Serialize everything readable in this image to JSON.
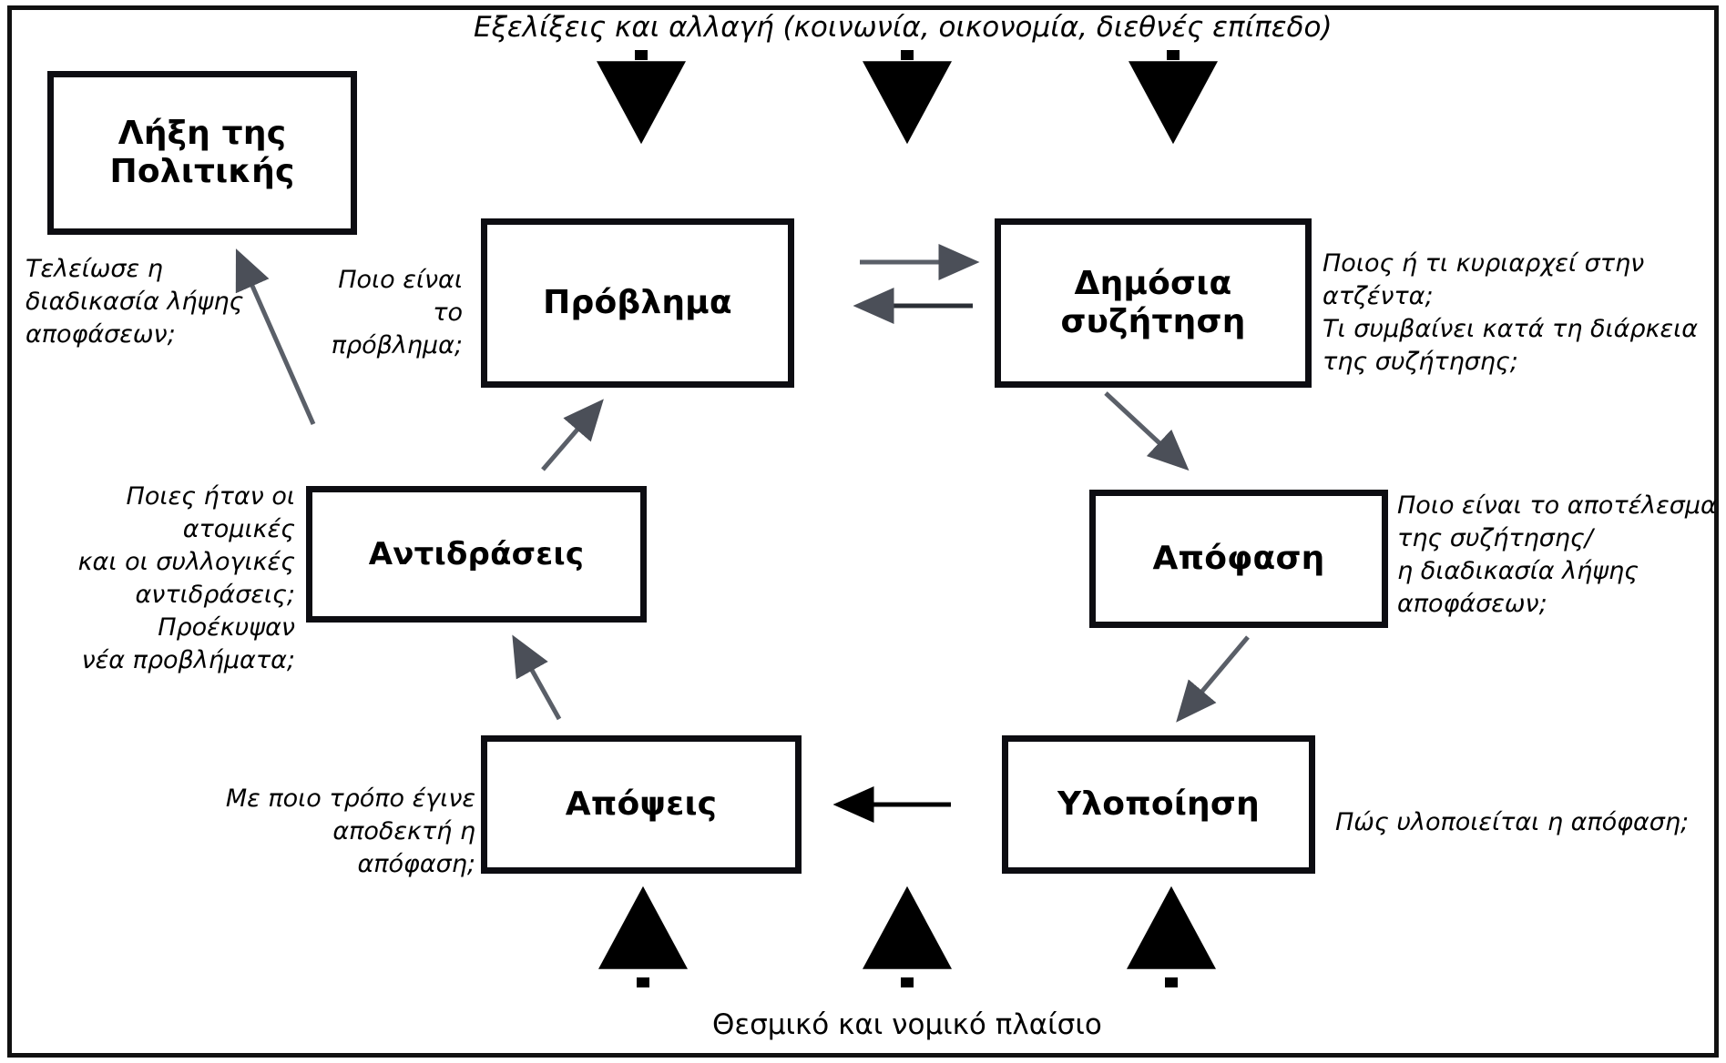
{
  "diagram": {
    "title_top": "Εξελίξεις και αλλαγή (κοινωνία, οικονομία, διεθνές επίπεδο)",
    "title_bottom": "Θεσμικό και νομικό πλαίσιο",
    "colors": {
      "box_border": "#0d0d12",
      "arrow_gray": "#4b4f58",
      "arrow_black": "#000000",
      "background": "#ffffff",
      "text": "#000000"
    },
    "nodes": [
      {
        "id": "end-of-policy",
        "label": "Λήξη της\nΠολιτικής"
      },
      {
        "id": "problem",
        "label": "Πρόβλημα"
      },
      {
        "id": "public-debate",
        "label": "Δημόσια\nσυζήτηση"
      },
      {
        "id": "decision",
        "label": "Απόφαση"
      },
      {
        "id": "implementation",
        "label": "Υλοποίηση"
      },
      {
        "id": "opinions",
        "label": "Απόψεις"
      },
      {
        "id": "reactions",
        "label": "Αντιδράσεις"
      }
    ],
    "notes": [
      {
        "id": "note-end-of-policy",
        "text": "Τελείωσε η\nδιαδικασία λήψης\nαποφάσεων;"
      },
      {
        "id": "note-problem",
        "text": "Ποιο είναι\nτο πρόβλημα;"
      },
      {
        "id": "note-public-debate",
        "text": "Ποιος ή τι κυριαρχεί στην ατζέντα;\nΤι συμβαίνει κατά τη διάρκεια\nτης συζήτησης;"
      },
      {
        "id": "note-decision",
        "text": "Ποιο είναι το αποτέλεσμα\nτης συζήτησης/\nη διαδικασία λήψης\nαποφάσεων;"
      },
      {
        "id": "note-implementation",
        "text": "Πώς υλοποιείται η απόφαση;"
      },
      {
        "id": "note-opinions",
        "text": "Με ποιο τρόπο έγινε\nαποδεκτή η απόφαση;"
      },
      {
        "id": "note-reactions",
        "text": "Ποιες ήταν οι ατομικές\nκαι οι συλλογικές\nαντιδράσεις;\nΠροέκυψαν\nνέα προβλήματα;"
      }
    ]
  }
}
